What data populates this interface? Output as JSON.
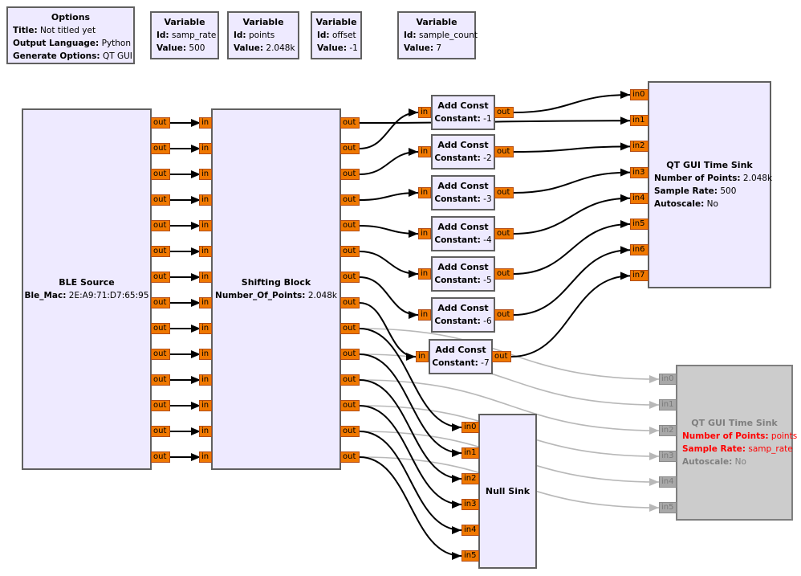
{
  "options": {
    "title": "Options",
    "params": [
      {
        "k": "Title:",
        "v": "Not titled yet"
      },
      {
        "k": "Output Language:",
        "v": "Python"
      },
      {
        "k": "Generate Options:",
        "v": "QT GUI"
      }
    ]
  },
  "variables": [
    {
      "title": "Variable",
      "id_k": "Id:",
      "id": "samp_rate",
      "val_k": "Value:",
      "value": "500"
    },
    {
      "title": "Variable",
      "id_k": "Id:",
      "id": "points",
      "val_k": "Value:",
      "value": "2.048k"
    },
    {
      "title": "Variable",
      "id_k": "Id:",
      "id": "offset",
      "val_k": "Value:",
      "value": "-1"
    },
    {
      "title": "Variable",
      "id_k": "Id:",
      "id": "sample_count",
      "val_k": "Value:",
      "value": "7"
    }
  ],
  "ble_source": {
    "title": "BLE Source",
    "param_k": "Ble_Mac:",
    "param_v": "2E:A9:71:D7:65:95",
    "port_label": "out",
    "ports": 14
  },
  "shifting_block": {
    "title": "Shifting Block",
    "param_k": "Number_Of_Points:",
    "param_v": "2.048k",
    "in_label": "in",
    "out_label": "out",
    "ports": 14
  },
  "add_const": [
    {
      "title": "Add Const",
      "k": "Constant:",
      "v": "-1"
    },
    {
      "title": "Add Const",
      "k": "Constant:",
      "v": "-2"
    },
    {
      "title": "Add Const",
      "k": "Constant:",
      "v": "-3"
    },
    {
      "title": "Add Const",
      "k": "Constant:",
      "v": "-4"
    },
    {
      "title": "Add Const",
      "k": "Constant:",
      "v": "-5"
    },
    {
      "title": "Add Const",
      "k": "Constant:",
      "v": "-6"
    },
    {
      "title": "Add Const",
      "k": "Constant:",
      "v": "-7"
    }
  ],
  "add_const_ports": {
    "in": "in",
    "out": "out"
  },
  "qt_sink": {
    "title": "QT GUI Time Sink",
    "params": [
      {
        "k": "Number of Points:",
        "v": "2.048k"
      },
      {
        "k": "Sample Rate:",
        "v": "500"
      },
      {
        "k": "Autoscale:",
        "v": "No"
      }
    ],
    "inputs": [
      "in0",
      "in1",
      "in2",
      "in3",
      "in4",
      "in5",
      "in6",
      "in7"
    ]
  },
  "qt_sink_disabled": {
    "title": "QT GUI Time Sink",
    "params": [
      {
        "k": "Number of Points:",
        "v": "points",
        "error": true
      },
      {
        "k": "Sample Rate:",
        "v": "samp_rate",
        "error": true
      },
      {
        "k": "Autoscale:",
        "v": "No",
        "error": false
      }
    ],
    "inputs": [
      "in0",
      "in1",
      "in2",
      "in3",
      "in4",
      "in5"
    ],
    "state": "disabled"
  },
  "null_sink": {
    "title": "Null Sink",
    "inputs": [
      "in0",
      "in1",
      "in2",
      "in3",
      "in4",
      "in5"
    ]
  },
  "colors": {
    "port": "#f07800",
    "block": "#eeeaff",
    "wire": "#000000",
    "disabled_wire": "#b8b8b8",
    "error": "#ff0000"
  }
}
